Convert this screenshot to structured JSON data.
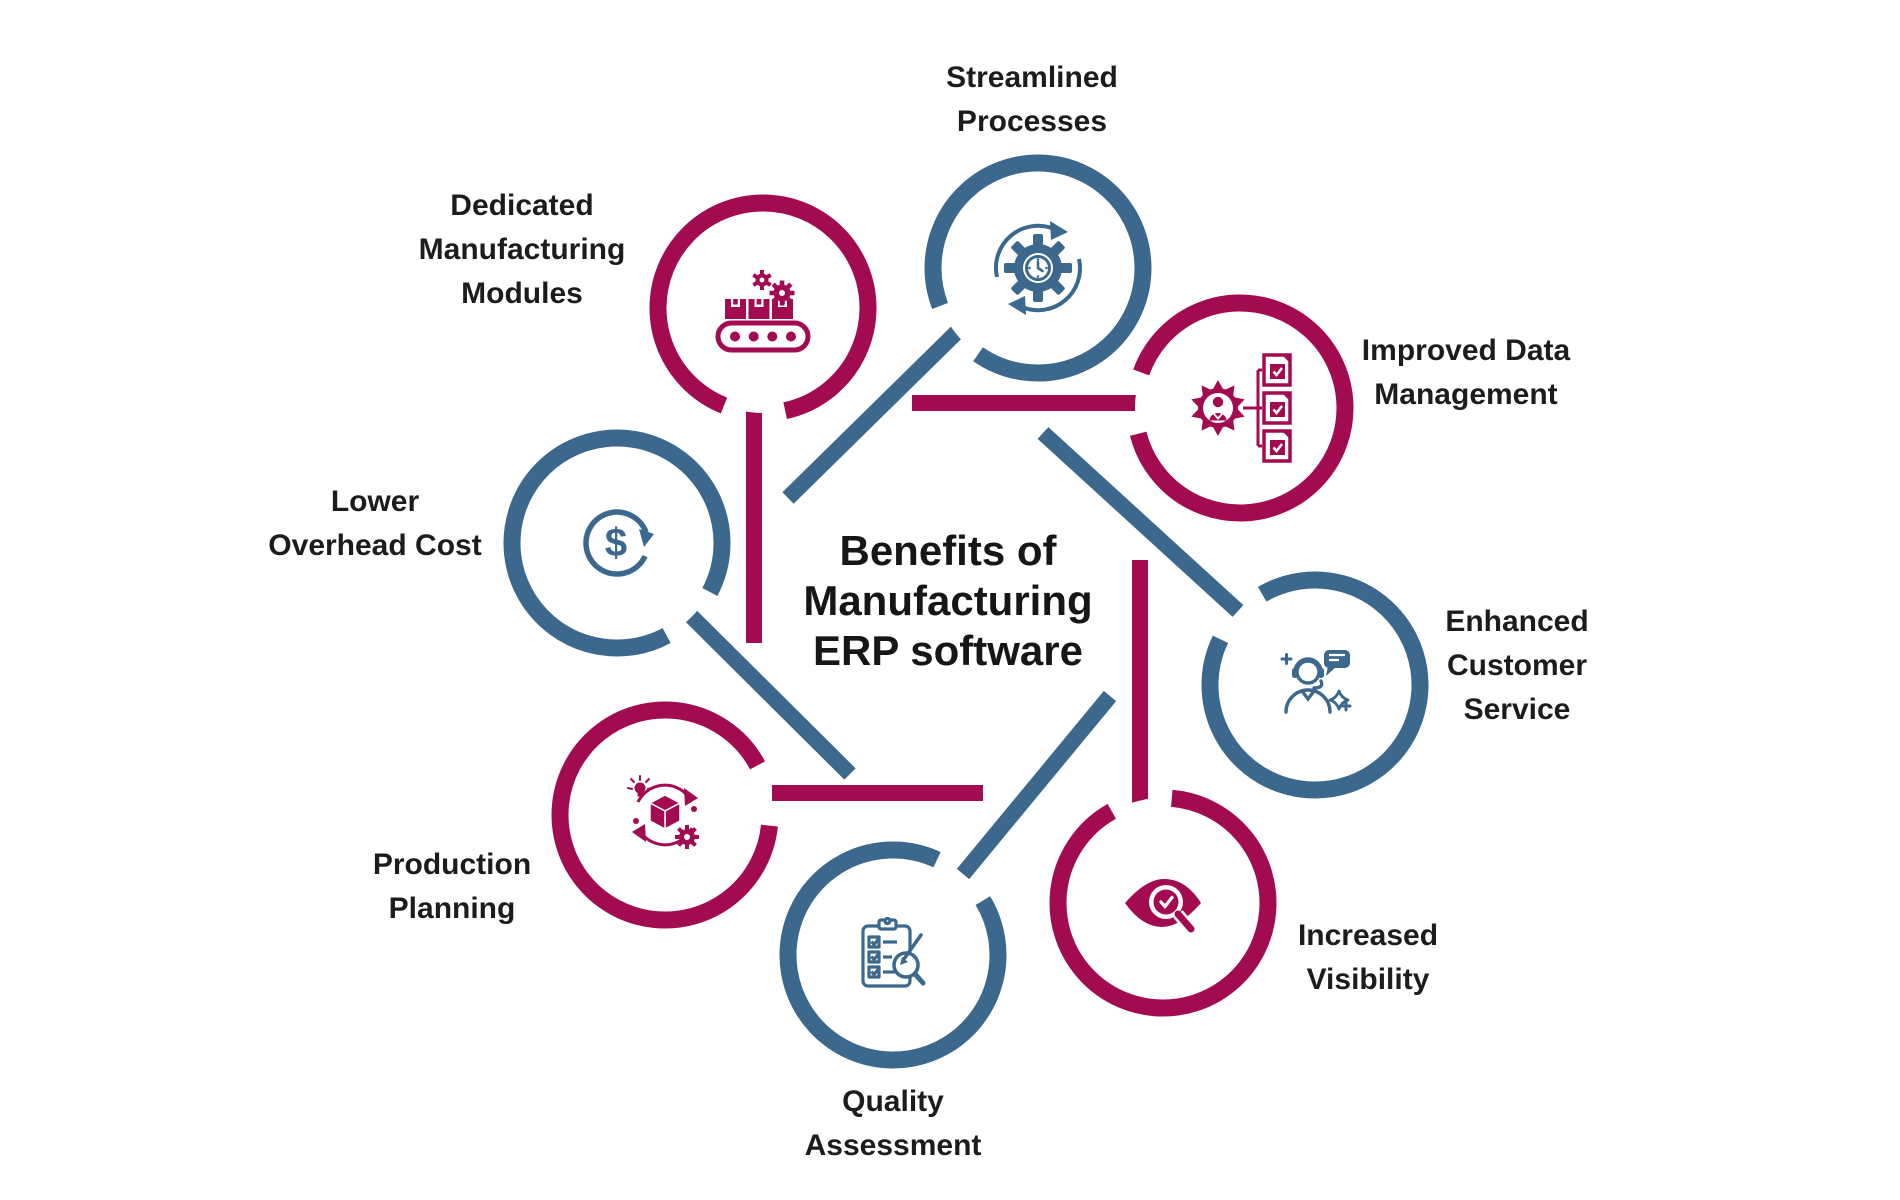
{
  "title": {
    "text": "Benefits of Manufacturing ERP software",
    "lines": [
      "Benefits of",
      "Manufacturing",
      "ERP software"
    ]
  },
  "colors": {
    "crimson": "#a30b50",
    "blue": "#3b688c",
    "text": "#1c1c1c",
    "background": "#ffffff"
  },
  "nodes": [
    {
      "id": "streamlined-processes",
      "label": "Streamlined Processes",
      "lines": [
        "Streamlined",
        "Processes"
      ],
      "color": "blue",
      "icon": "gear-clock-cycle-icon"
    },
    {
      "id": "dedicated-manufacturing-modules",
      "label": "Dedicated Manufacturing Modules",
      "lines": [
        "Dedicated",
        "Manufacturing",
        "Modules"
      ],
      "color": "crimson",
      "icon": "conveyor-belt-icon"
    },
    {
      "id": "improved-data-management",
      "label": "Improved Data Management",
      "lines": [
        "Improved Data",
        "Management"
      ],
      "color": "crimson",
      "icon": "user-documents-hierarchy-icon"
    },
    {
      "id": "lower-overhead-cost",
      "label": "Lower Overhead Cost",
      "lines": [
        "Lower",
        "Overhead Cost"
      ],
      "color": "blue",
      "icon": "dollar-decrease-icon"
    },
    {
      "id": "enhanced-customer-service",
      "label": "Enhanced Customer Service",
      "lines": [
        "Enhanced",
        "Customer",
        "Service"
      ],
      "color": "blue",
      "icon": "support-agent-icon"
    },
    {
      "id": "production-planning",
      "label": "Production Planning",
      "lines": [
        "Production",
        "Planning"
      ],
      "color": "crimson",
      "icon": "box-cycle-icon"
    },
    {
      "id": "increased-visibility",
      "label": "Increased Visibility",
      "lines": [
        "Increased",
        "Visibility"
      ],
      "color": "crimson",
      "icon": "eye-magnifier-icon"
    },
    {
      "id": "quality-assessment",
      "label": "Quality Assessment",
      "lines": [
        "Quality",
        "Assessment"
      ],
      "color": "blue",
      "icon": "checklist-magnifier-icon"
    }
  ]
}
